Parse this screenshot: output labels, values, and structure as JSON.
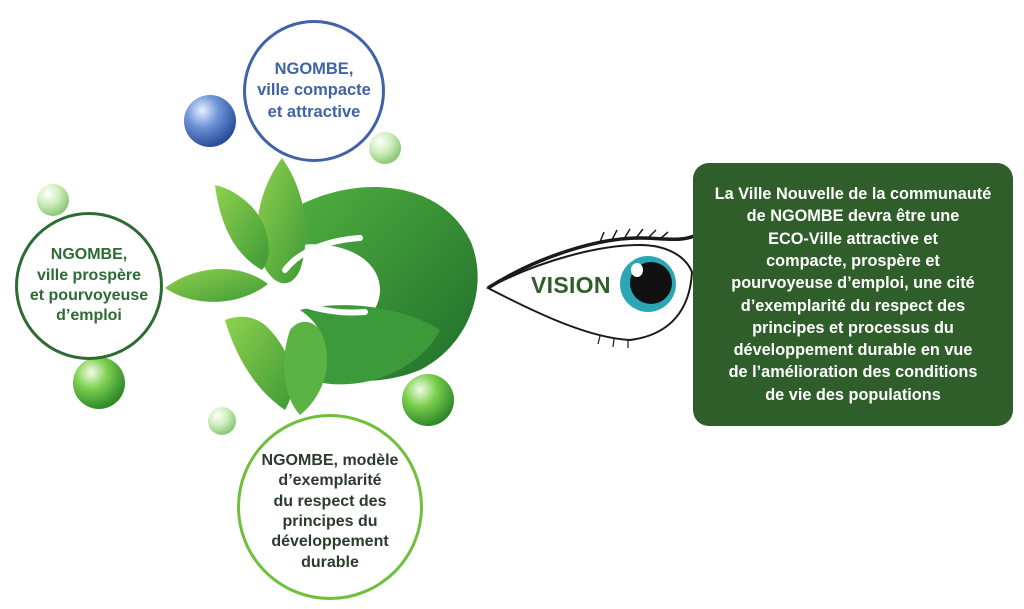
{
  "diagram": {
    "circles": {
      "top": "NGOMBE,\nville compacte\net attractive",
      "left": "NGOMBE,\nville prospère\net pourvoyeuse\nd’emploi",
      "bottom": "NGOMBE, modèle\nd’exemplarité\ndu respect des\nprincipes du\ndéveloppement\ndurable"
    },
    "vision_label": "VISION",
    "vision_text": "La Ville Nouvelle de la communauté\nde NGOMBE devra être une\nECO-Ville attractive et\ncompacte, prospère et\npourvoyeuse d’emploi, une cité\nd’exemplarité du respect des\nprincipes et processus du\ndéveloppement durable en vue\nde l’amélioration des conditions\nde vie des populations"
  },
  "colors": {
    "blue": "#3f63a6",
    "dark_green": "#2e6b33",
    "light_green": "#6fbf3b",
    "box_green": "#2f5e2a",
    "eye_iris": "#2aa7b3"
  }
}
